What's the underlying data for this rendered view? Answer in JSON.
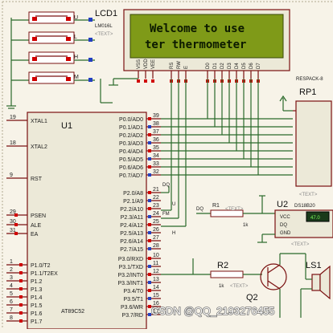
{
  "lcd": {
    "ref": "LCD1",
    "model": "LM016L",
    "text_hint": "<TEXT>",
    "line1": "Welcome to use",
    "line2": "ter thermometer",
    "pins": [
      "VSS",
      "VDD",
      "VEE",
      "RS",
      "RW",
      "E",
      "D0",
      "D1",
      "D2",
      "D3",
      "D4",
      "D5",
      "D6",
      "D7"
    ]
  },
  "buttons": [
    "U",
    "L",
    "H",
    "M"
  ],
  "mcu": {
    "ref": "U1",
    "model": "AT89C52",
    "left_pins": [
      {
        "num": "19",
        "name": "XTAL1"
      },
      {
        "num": "18",
        "name": "XTAL2"
      },
      {
        "num": "9",
        "name": "RST"
      },
      {
        "num": "29",
        "name": "PSEN"
      },
      {
        "num": "30",
        "name": "ALE"
      },
      {
        "num": "31",
        "name": "EA"
      },
      {
        "num": "1",
        "name": "P1.0/T2"
      },
      {
        "num": "2",
        "name": "P1.1/T2EX"
      },
      {
        "num": "3",
        "name": "P1.2"
      },
      {
        "num": "4",
        "name": "P1.3"
      },
      {
        "num": "5",
        "name": "P1.4"
      },
      {
        "num": "6",
        "name": "P1.5"
      },
      {
        "num": "7",
        "name": "P1.6"
      },
      {
        "num": "8",
        "name": "P1.7"
      }
    ],
    "port0": [
      {
        "num": "39",
        "name": "P0.0/AD0"
      },
      {
        "num": "38",
        "name": "P0.1/AD1"
      },
      {
        "num": "37",
        "name": "P0.2/AD2"
      },
      {
        "num": "36",
        "name": "P0.3/AD3"
      },
      {
        "num": "35",
        "name": "P0.4/AD4"
      },
      {
        "num": "34",
        "name": "P0.5/AD5"
      },
      {
        "num": "33",
        "name": "P0.6/AD6"
      },
      {
        "num": "32",
        "name": "P0.7/AD7"
      }
    ],
    "port2": [
      {
        "num": "21",
        "name": "P2.0/A8"
      },
      {
        "num": "22",
        "name": "P2.1/A9"
      },
      {
        "num": "23",
        "name": "P2.2/A10"
      },
      {
        "num": "24",
        "name": "P2.3/A11"
      },
      {
        "num": "25",
        "name": "P2.4/A12"
      },
      {
        "num": "26",
        "name": "P2.5/A13"
      },
      {
        "num": "27",
        "name": "P2.6/A14"
      },
      {
        "num": "28",
        "name": "P2.7/A15"
      }
    ],
    "port3": [
      {
        "num": "10",
        "name": "P3.0/RXD"
      },
      {
        "num": "11",
        "name": "P3.1/TXD"
      },
      {
        "num": "12",
        "name": "P3.2/INT0"
      },
      {
        "num": "13",
        "name": "P3.3/INT1"
      },
      {
        "num": "14",
        "name": "P3.4/T0"
      },
      {
        "num": "15",
        "name": "P3.5/T1"
      },
      {
        "num": "16",
        "name": "P3.6/WR"
      },
      {
        "num": "17",
        "name": "P3.7/RD"
      }
    ]
  },
  "rp1": {
    "ref": "RP1",
    "label": "RESPACK-8",
    "hint": "<TEXT>"
  },
  "u2": {
    "ref": "U2",
    "model": "DS18B20",
    "pins": [
      "VCC",
      "DQ",
      "GND"
    ],
    "readout": "47.0",
    "hint": "<TEXT>"
  },
  "r1": {
    "ref": "R1",
    "value": "1k",
    "hint": "<TEXT>"
  },
  "r2": {
    "ref": "R2",
    "value": "1k",
    "hint": "<TEXT>"
  },
  "q2": {
    "ref": "Q2"
  },
  "ls1": {
    "ref": "LS1"
  },
  "net": {
    "dq": "DQ",
    "dq2": "DQ",
    "fm": "FM",
    "u_mark": "U",
    "h_mark": "H"
  },
  "watermark": "CSDN @QQ_2193276455"
}
